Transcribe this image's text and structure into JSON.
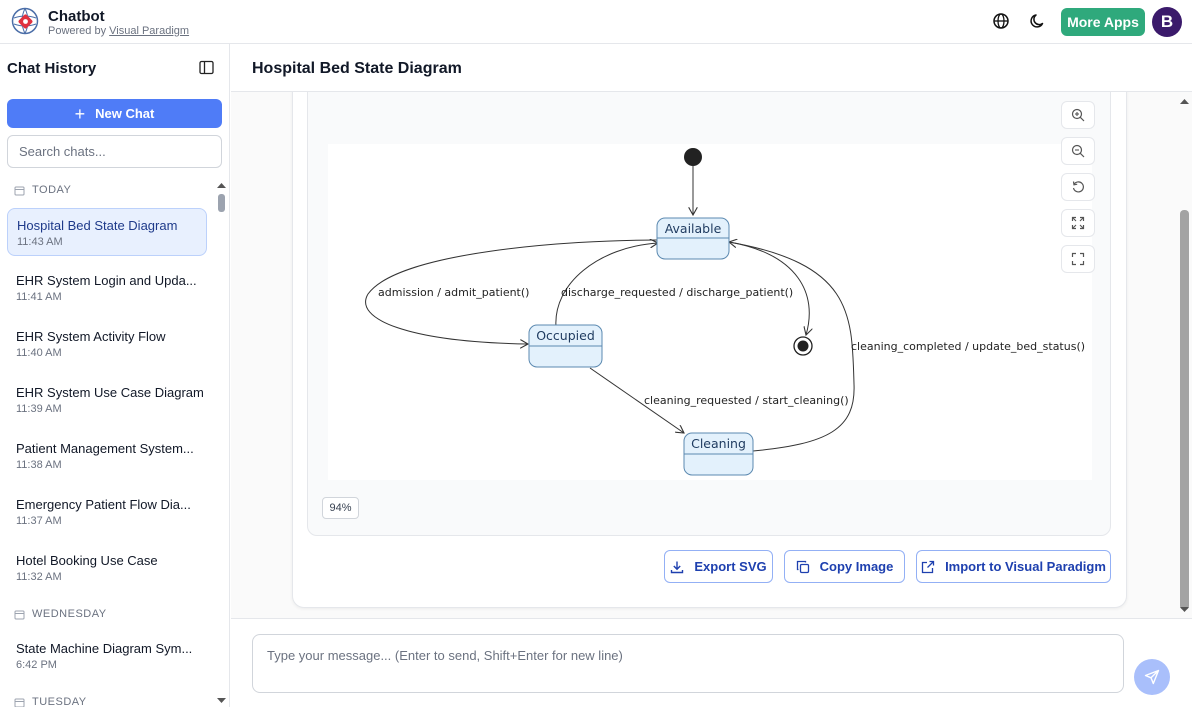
{
  "app": {
    "title": "Chatbot",
    "powered_by": "Powered by",
    "powered_link": "Visual Paradigm",
    "more_apps": "More Apps",
    "avatar_letter": "B",
    "brand_color": "#2fa97c",
    "accent_color": "#4f7cf7"
  },
  "sidebar": {
    "title": "Chat History",
    "new_chat": "New Chat",
    "search_placeholder": "Search chats...",
    "groups": [
      {
        "label": "TODAY",
        "items": [
          {
            "title": "Hospital Bed State Diagram",
            "time": "11:43 AM",
            "active": true
          },
          {
            "title": "EHR System Login and Upda...",
            "time": "11:41 AM"
          },
          {
            "title": "EHR System Activity Flow",
            "time": "11:40 AM"
          },
          {
            "title": "EHR System Use Case Diagram",
            "time": "11:39 AM"
          },
          {
            "title": "Patient Management System...",
            "time": "11:38 AM"
          },
          {
            "title": "Emergency Patient Flow Dia...",
            "time": "11:37 AM"
          },
          {
            "title": "Hotel Booking Use Case",
            "time": "11:32 AM"
          }
        ]
      },
      {
        "label": "WEDNESDAY",
        "items": [
          {
            "title": "State Machine Diagram Sym...",
            "time": "6:42 PM"
          }
        ]
      },
      {
        "label": "TUESDAY",
        "items": []
      }
    ]
  },
  "main": {
    "title": "Hospital Bed State Diagram",
    "zoom_level": "94%",
    "actions": {
      "export_svg": "Export SVG",
      "copy_image": "Copy Image",
      "import_vp": "Import to Visual Paradigm"
    },
    "composer_placeholder": "Type your message... (Enter to send, Shift+Enter for new line)"
  },
  "diagram": {
    "states": {
      "available": "Available",
      "occupied": "Occupied",
      "cleaning": "Cleaning"
    },
    "transitions": {
      "admission": "admission / admit_patient()",
      "discharge": "discharge_requested / discharge_patient()",
      "cleaning_requested": "cleaning_requested / start_cleaning()",
      "cleaning_completed": "cleaning_completed / update_bed_status()"
    }
  }
}
